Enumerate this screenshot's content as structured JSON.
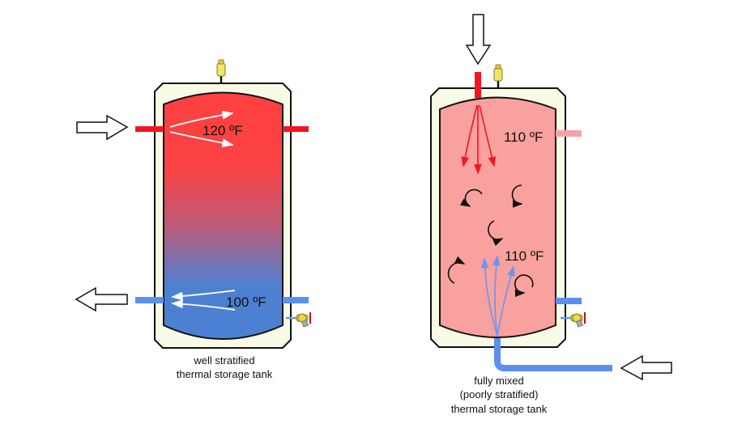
{
  "colors": {
    "hot": "#f2151f",
    "cold": "#5b8ff0",
    "mixed_fill": "#f8a19e",
    "mixed_pipe": "#f4a3ab",
    "jacket": "#f8fbe6",
    "gradient_top": "#ff4040",
    "gradient_bottom": "#4a80d4"
  },
  "left_tank": {
    "top_temp": "120 ºF",
    "bottom_temp": "100 ºF",
    "caption_line1": "well stratified",
    "caption_line2": "thermal storage tank"
  },
  "right_tank": {
    "top_temp": "110 ºF",
    "bottom_temp": "110 ºF",
    "caption_line1": "fully mixed",
    "caption_line2": "(poorly stratified)",
    "caption_line3": "thermal storage tank"
  }
}
